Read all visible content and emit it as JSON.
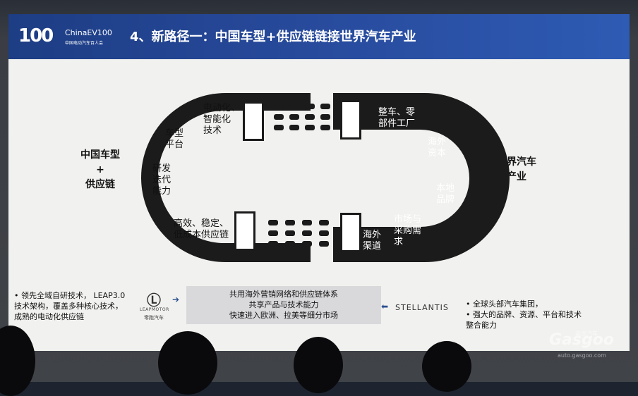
{
  "header": {
    "logo_numeral": "100",
    "logo_brand": "ChinaEV100",
    "logo_subtitle": "中国电动汽车百人会",
    "slide_title": "4、新路径一：中国车型+供应链链接世界汽车产业"
  },
  "diagram": {
    "left_label": [
      "中国车型",
      "+",
      "供应链"
    ],
    "right_label": [
      "世界汽车",
      "产业"
    ],
    "left_u_texts": {
      "top": [
        "电动化、",
        "智能化",
        "技术"
      ],
      "upper": [
        "车型",
        "平台"
      ],
      "middle": [
        "研发",
        "迭代",
        "能力"
      ],
      "bottom": [
        "高效、稳定、",
        "低成本供应链"
      ]
    },
    "right_u_texts": {
      "top": [
        "整车、零",
        "部件工厂"
      ],
      "upper": [
        "海外",
        "资本"
      ],
      "middle": [
        "本地",
        "品牌"
      ],
      "lower": [
        "市场与",
        "采购需",
        "求"
      ],
      "bottom": [
        "海外",
        "渠道"
      ]
    }
  },
  "bottom": {
    "left_bullet": [
      "•  领先全域自研技术， LEAP3.0",
      "技术架构，覆盖多种核心技术，",
      "成熟的电动化供应链"
    ],
    "leapmotor": {
      "mark": "Ⓛ",
      "name": "LEAPMOTOR",
      "cn": "零跑汽车"
    },
    "center_box": [
      "共用海外营销网络和供应链体系",
      "共享产品与技术能力",
      "快速进入欧洲、拉美等细分市场"
    ],
    "stellantis": "STELLANTIS",
    "right_bullet": [
      "•  全球头部汽车集团，",
      "•  强大的品牌、资源、平台和技术",
      "   整合能力"
    ]
  },
  "watermark": {
    "brand": "Gasgoo",
    "cn": "盖世汽车",
    "url": "auto.gasgoo.com"
  },
  "colors": {
    "header_blue": "#27499a",
    "u_shape": "#1b1b1b",
    "slide_bg": "#f1f1ef",
    "box_gray": "#d9d9dc"
  }
}
